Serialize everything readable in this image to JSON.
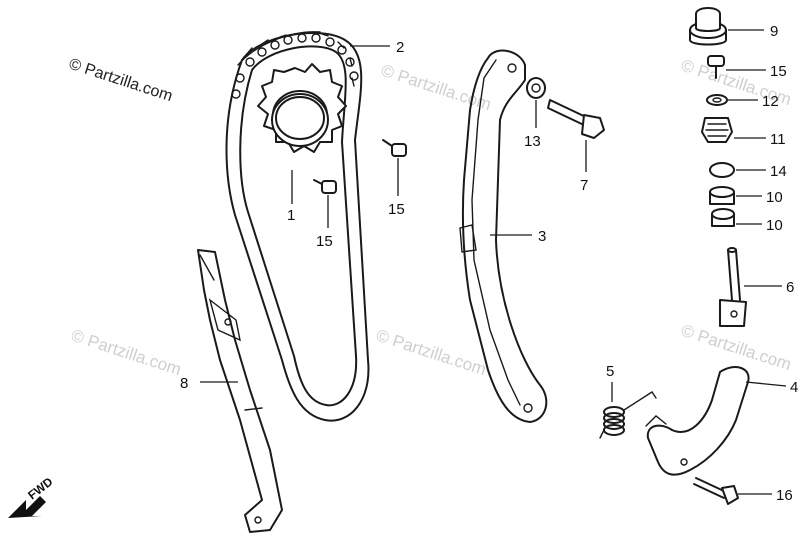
{
  "copyright": "© Partzilla.com",
  "watermark": "© Partzilla.com",
  "direction_label": "FWD",
  "callouts": {
    "sprocket": "1",
    "chain": "2",
    "guide": "3",
    "arm": "4",
    "spring": "5",
    "rod": "6",
    "bolt": "7",
    "slipper": "8",
    "cap": "9",
    "collar_a": "10",
    "collar_b": "10",
    "lifter": "11",
    "washer": "12",
    "washer_b": "13",
    "oring": "14",
    "bolt_15_a": "15",
    "bolt_15_b": "15",
    "bolt_15_c": "15",
    "bolt_16": "16"
  }
}
